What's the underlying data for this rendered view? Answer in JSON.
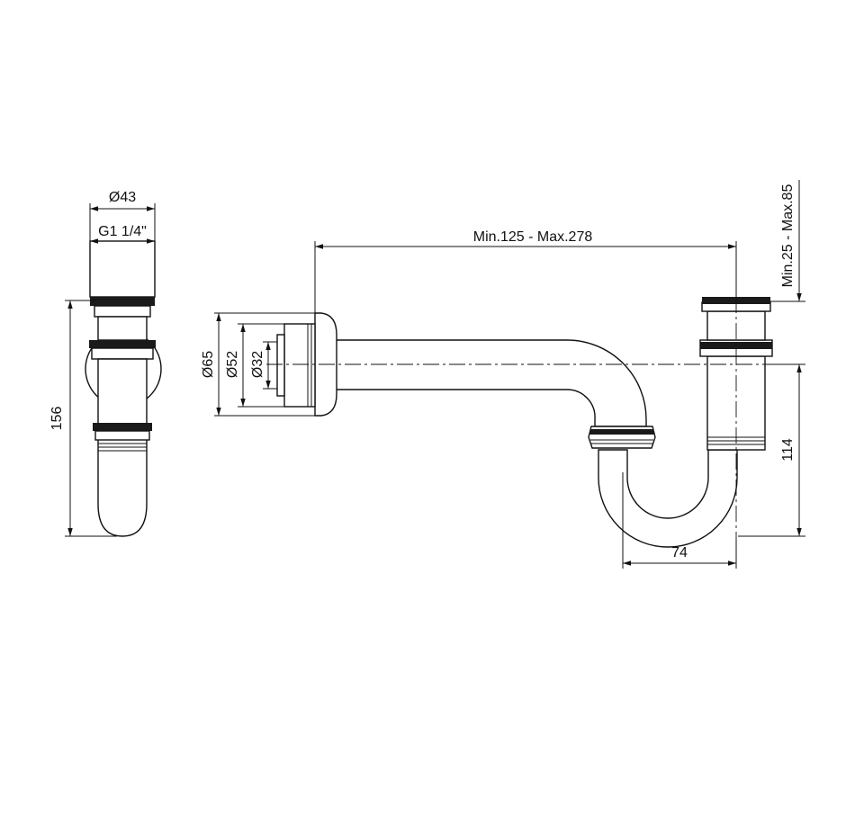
{
  "dimensions": {
    "outer_diameter": "Ø43",
    "thread": "G1 1/4\"",
    "height": "156",
    "wall_flange_diameter": "Ø65",
    "socket_diameter": "Ø52",
    "pipe_diameter": "Ø32",
    "horizontal_range": "Min.125 - Max.278",
    "vertical_range": "Min.25 - Max.85",
    "trap_height": "114",
    "trap_width": "74"
  },
  "colors": {
    "line": "#111111",
    "ring": "#1a1a1a",
    "background": "#ffffff"
  }
}
